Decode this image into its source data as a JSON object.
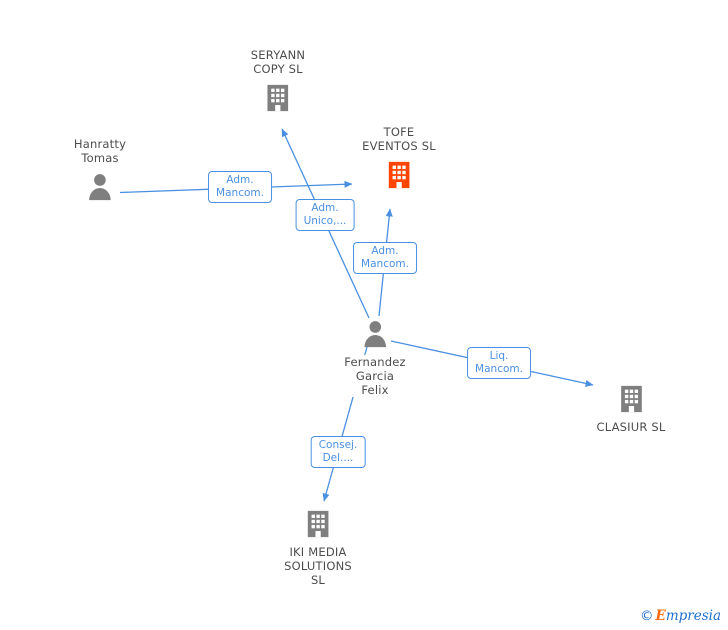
{
  "nodes": {
    "seryann": {
      "line1": "SERYANN",
      "line2": "COPY SL"
    },
    "tofe": {
      "line1": "TOFE",
      "line2": "EVENTOS SL"
    },
    "hanratty": {
      "line1": "Hanratty",
      "line2": "Tomas"
    },
    "fernandez": {
      "line1": "Fernandez",
      "line2": "Garcia",
      "line3": "Felix"
    },
    "clasiur": {
      "line1": "CLASIUR SL"
    },
    "iki": {
      "line1": "IKI MEDIA",
      "line2": "SOLUTIONS",
      "line3": "SL"
    }
  },
  "edge_labels": {
    "adm_mancom_1": {
      "line1": "Adm.",
      "line2": "Mancom."
    },
    "adm_unico": {
      "line1": "Adm.",
      "line2": "Unico,..."
    },
    "adm_mancom_2": {
      "line1": "Adm.",
      "line2": "Mancom."
    },
    "liq_mancom": {
      "line1": "Liq.",
      "line2": "Mancom."
    },
    "consej_del": {
      "line1": "Consej.",
      "line2": "Del...."
    }
  },
  "relationships": [
    {
      "from": "Hanratty Tomas",
      "to": "TOFE EVENTOS SL",
      "label": "Adm. Mancom."
    },
    {
      "from": "Fernandez Garcia Felix",
      "to": "SERYANN COPY SL",
      "label": "Adm. Unico,..."
    },
    {
      "from": "Fernandez Garcia Felix",
      "to": "TOFE EVENTOS SL",
      "label": "Adm. Mancom."
    },
    {
      "from": "Fernandez Garcia Felix",
      "to": "CLASIUR SL",
      "label": "Liq. Mancom."
    },
    {
      "from": "Fernandez Garcia Felix",
      "to": "IKI MEDIA SOLUTIONS SL",
      "label": "Consej. Del...."
    }
  ],
  "footer": {
    "copyright": "©",
    "brand_initial": "E",
    "brand_rest": "mpresia"
  },
  "colors": {
    "accent_blue": "#4a90e2",
    "icon_gray": "#7f7f7f",
    "highlight_orange": "#ff4500",
    "text_gray": "#4d4d4d"
  }
}
